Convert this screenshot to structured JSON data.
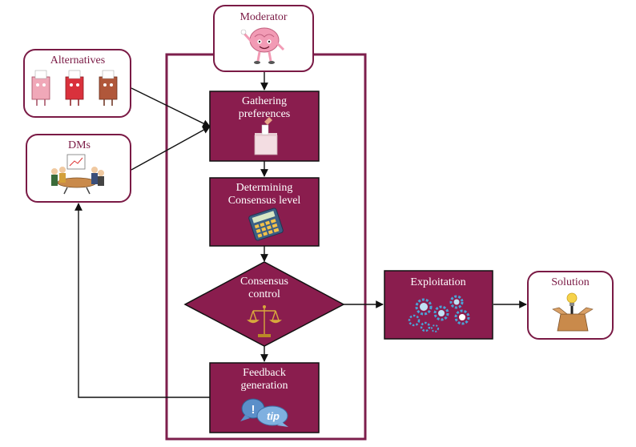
{
  "colors": {
    "accent": "#7d1f4c",
    "process_fill": "#8a1d4e",
    "outline": "#1a1a1a",
    "ext_border": "#7a1a45",
    "arrow": "#111111"
  },
  "nodes": {
    "moderator": {
      "label": "Moderator",
      "icon": "brain-mascot-icon"
    },
    "alternatives": {
      "label": "Alternatives",
      "icon": "ballot-box-mascots-icon"
    },
    "dms": {
      "label": "DMs",
      "icon": "meeting-table-icon"
    },
    "gathering": {
      "line1": "Gathering",
      "line2": "preferences",
      "icon": "ballot-box-icon"
    },
    "determining": {
      "line1": "Determining",
      "line2": "Consensus level",
      "icon": "calculator-icon"
    },
    "consensus": {
      "line1": "Consensus",
      "line2": "control",
      "icon": "scales-icon"
    },
    "feedback": {
      "line1": "Feedback",
      "line2": "generation",
      "icon": "tip-bubble-icon",
      "tip_text": "tip"
    },
    "exploitation": {
      "label": "Exploitation",
      "icon": "gears-icon"
    },
    "solution": {
      "label": "Solution",
      "icon": "lightbulb-box-icon"
    }
  }
}
